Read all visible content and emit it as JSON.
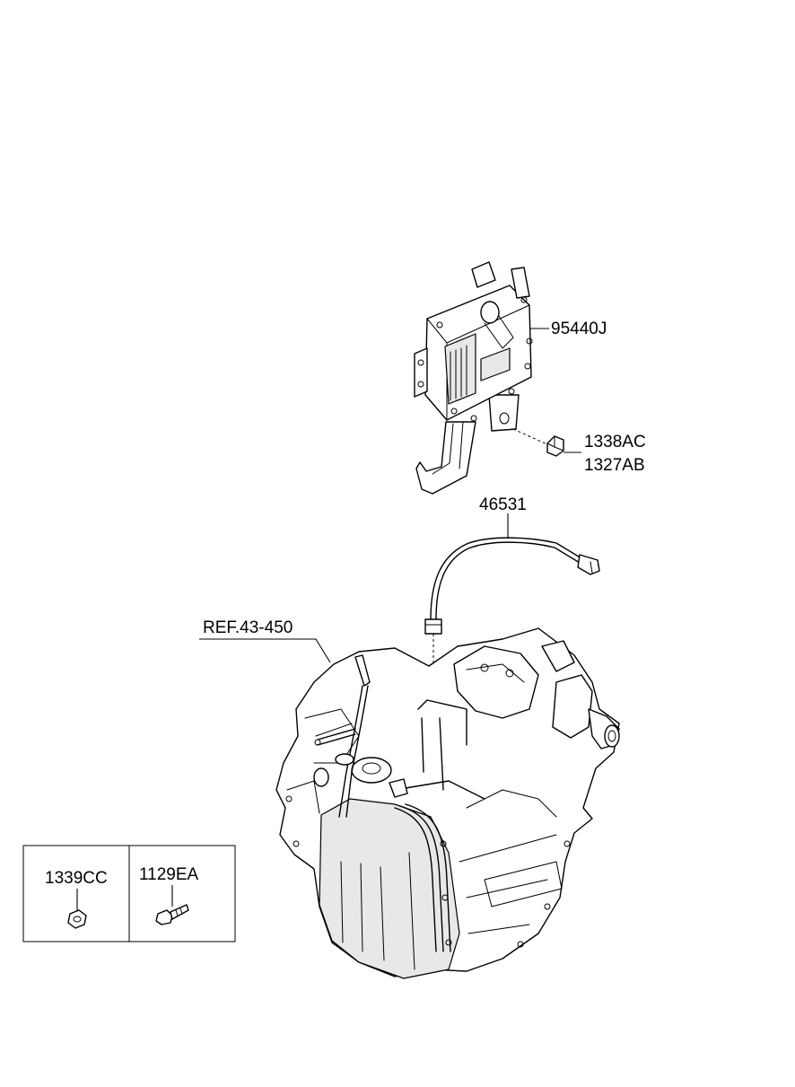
{
  "labels": {
    "tcm": "95440J",
    "bolt_a": "1338AC",
    "bolt_b": "1327AB",
    "harness": "46531",
    "reference": "REF.43-450",
    "nut": "1339CC",
    "flange_bolt": "1129EA"
  },
  "colors": {
    "line": "#000000",
    "background": "#ffffff"
  }
}
